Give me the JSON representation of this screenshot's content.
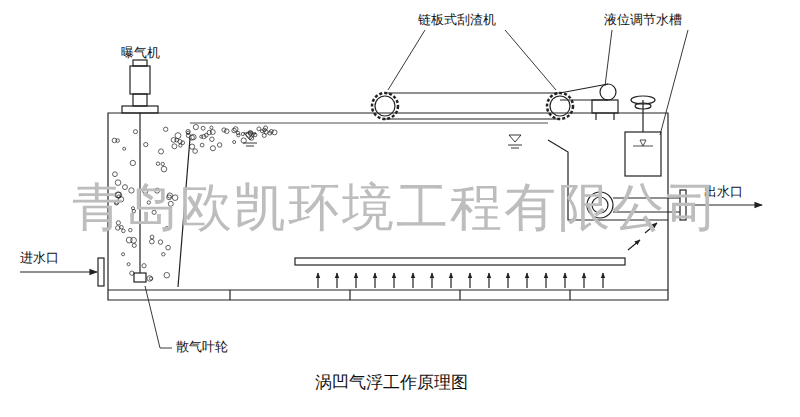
{
  "diagram": {
    "caption": "涡凹气浮工作原理图",
    "labels": [
      "曝气机",
      "链板式刮渣机",
      "液位调节水槽",
      "出水口",
      "进水口",
      "散气叶轮",
      "青岛欧凯环境工程有限公司"
    ]
  }
}
